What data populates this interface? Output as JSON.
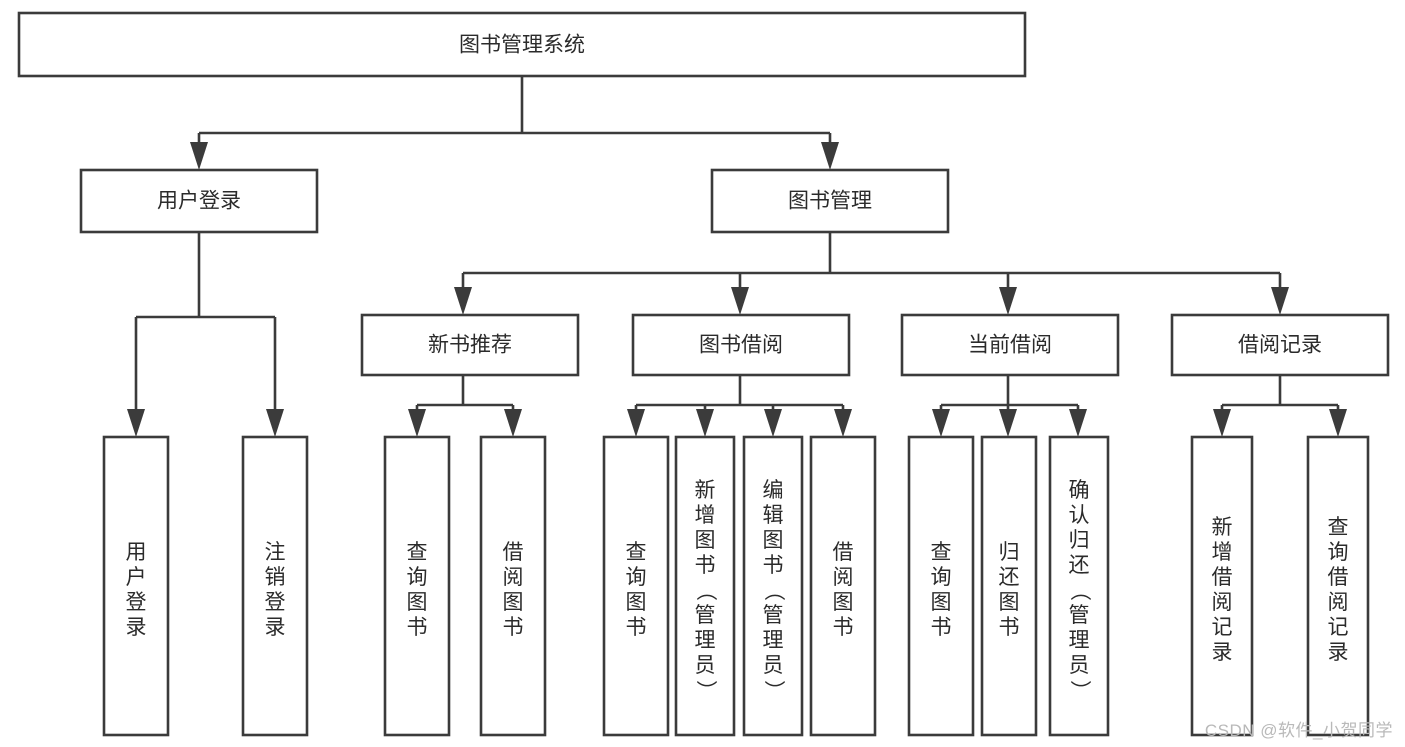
{
  "diagram": {
    "type": "tree-hierarchy-flowchart",
    "title": "图书管理系统",
    "watermark": "CSDN @软件_小贺同学",
    "colors": {
      "stroke": "#3b3b3b",
      "fill": "#ffffff",
      "text": "#2b2b2b",
      "watermark": "#b9b9b9",
      "background": "#ffffff"
    },
    "levels": [
      {
        "level": 1,
        "nodes": [
          {
            "id": "root",
            "label": "图书管理系统",
            "orientation": "horizontal"
          }
        ]
      },
      {
        "level": 2,
        "nodes": [
          {
            "id": "login",
            "label": "用户登录",
            "orientation": "horizontal",
            "parent": "root"
          },
          {
            "id": "bookmgmt",
            "label": "图书管理",
            "orientation": "horizontal",
            "parent": "root"
          }
        ]
      },
      {
        "level": 3,
        "nodes": [
          {
            "id": "newbook",
            "label": "新书推荐",
            "orientation": "horizontal",
            "parent": "bookmgmt"
          },
          {
            "id": "borrow",
            "label": "图书借阅",
            "orientation": "horizontal",
            "parent": "bookmgmt"
          },
          {
            "id": "current",
            "label": "当前借阅",
            "orientation": "horizontal",
            "parent": "bookmgmt"
          },
          {
            "id": "records",
            "label": "借阅记录",
            "orientation": "horizontal",
            "parent": "bookmgmt"
          }
        ]
      },
      {
        "level": 4,
        "nodes": [
          {
            "id": "leaf-1",
            "label": "用户登录",
            "orientation": "vertical",
            "parent": "login"
          },
          {
            "id": "leaf-2",
            "label": "注销登录",
            "orientation": "vertical",
            "parent": "login"
          },
          {
            "id": "leaf-3",
            "label": "查询图书",
            "orientation": "vertical",
            "parent": "newbook"
          },
          {
            "id": "leaf-4",
            "label": "借阅图书",
            "orientation": "vertical",
            "parent": "newbook"
          },
          {
            "id": "leaf-5",
            "label": "查询图书",
            "orientation": "vertical",
            "parent": "borrow"
          },
          {
            "id": "leaf-6",
            "label": "新增图书（管理员）",
            "orientation": "vertical",
            "parent": "borrow"
          },
          {
            "id": "leaf-7",
            "label": "编辑图书（管理员）",
            "orientation": "vertical",
            "parent": "borrow"
          },
          {
            "id": "leaf-8",
            "label": "借阅图书",
            "orientation": "vertical",
            "parent": "borrow"
          },
          {
            "id": "leaf-9",
            "label": "查询图书",
            "orientation": "vertical",
            "parent": "current"
          },
          {
            "id": "leaf-10",
            "label": "归还图书",
            "orientation": "vertical",
            "parent": "current"
          },
          {
            "id": "leaf-11",
            "label": "确认归还（管理员）",
            "orientation": "vertical",
            "parent": "current"
          },
          {
            "id": "leaf-12",
            "label": "新增借阅记录",
            "orientation": "vertical",
            "parent": "records"
          },
          {
            "id": "leaf-13",
            "label": "查询借阅记录",
            "orientation": "vertical",
            "parent": "records"
          }
        ]
      }
    ]
  }
}
